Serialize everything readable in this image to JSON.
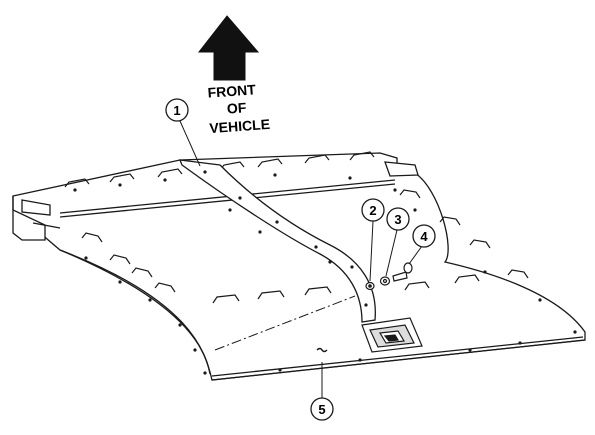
{
  "direction_label": {
    "line1": "FRONT",
    "line2": "OF",
    "line3": "VEHICLE"
  },
  "callouts": [
    {
      "id": "1",
      "label": "1"
    },
    {
      "id": "2",
      "label": "2"
    },
    {
      "id": "3",
      "label": "3"
    },
    {
      "id": "4",
      "label": "4"
    },
    {
      "id": "5",
      "label": "5"
    }
  ],
  "colors": {
    "line": "#1a1a1a",
    "arrow_fill": "#111111",
    "panel_fill": "#ffffff"
  }
}
